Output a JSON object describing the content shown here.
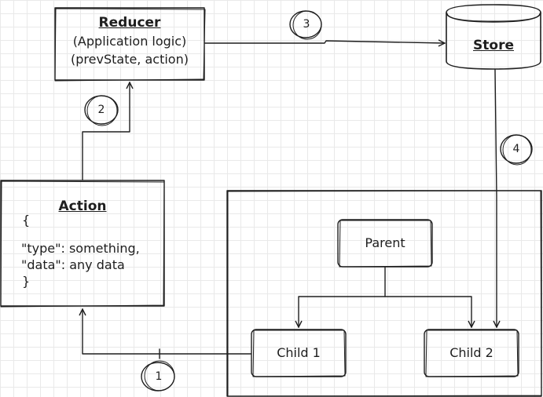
{
  "reducer": {
    "title": "Reducer",
    "line1": "(Application logic)",
    "line2": "(prevState, action)"
  },
  "store": {
    "title": "Store"
  },
  "action": {
    "title": "Action",
    "brace_open": "{",
    "type_line": "\"type\": something,",
    "data_line": "\"data\": any data",
    "brace_close": "}"
  },
  "components": {
    "parent": "Parent",
    "child1": "Child 1",
    "child2": "Child 2"
  },
  "steps": {
    "one": "1",
    "two": "2",
    "three": "3",
    "four": "4"
  }
}
